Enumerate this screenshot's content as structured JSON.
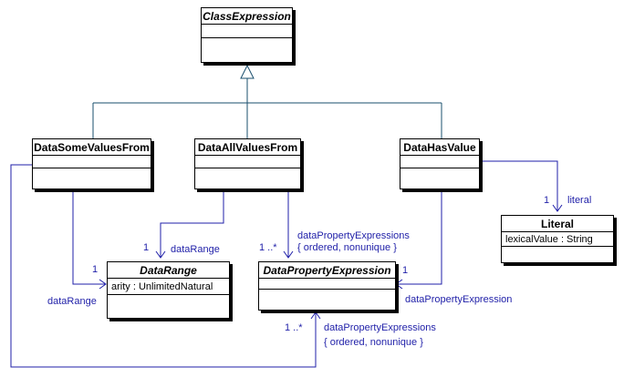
{
  "classes": {
    "class_expression": {
      "name": "ClassExpression"
    },
    "data_some_values_from": {
      "name": "DataSomeValuesFrom"
    },
    "data_all_values_from": {
      "name": "DataAllValuesFrom"
    },
    "data_has_value": {
      "name": "DataHasValue"
    },
    "literal": {
      "name": "Literal",
      "attribute": "lexicalValue : String"
    },
    "data_range": {
      "name": "DataRange",
      "attribute": "arity : UnlimitedNatural"
    },
    "data_property_expression": {
      "name": "DataPropertyExpression"
    }
  },
  "associations": {
    "some_to_range": {
      "role": "dataRange",
      "multiplicity": "1"
    },
    "all_to_range": {
      "role": "dataRange",
      "multiplicity": "1"
    },
    "all_to_dpe": {
      "role": "dataPropertyExpressions",
      "constraint": "{ ordered, nonunique }",
      "multiplicity": "1 ..*"
    },
    "has_to_literal": {
      "role": "literal",
      "multiplicity": "1"
    },
    "has_to_dpe": {
      "role": "dataPropertyExpression",
      "multiplicity": "1"
    },
    "some_to_dpe": {
      "role": "dataPropertyExpressions",
      "constraint": "{ ordered, nonunique }",
      "multiplicity": "1 ..*"
    }
  }
}
